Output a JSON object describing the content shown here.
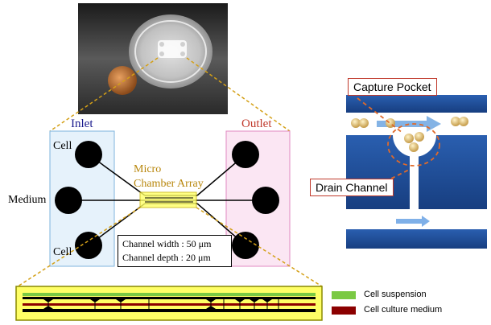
{
  "labels": {
    "inlet": "Inlet",
    "outlet": "Outlet",
    "cell_top": "Cell",
    "medium": "Medium",
    "cell_bottom": "Cell",
    "micro_chamber_line1": "Micro",
    "micro_chamber_line2": "Chamber Array",
    "channel_width": "Channel width : 50 μm",
    "channel_depth": "Channel depth : 20 μm",
    "capture_pocket": "Capture Pocket",
    "drain_channel": "Drain Channel"
  },
  "legend": [
    {
      "label": "Cell suspension",
      "color": "#7ac943"
    },
    {
      "label": "Cell culture medium",
      "color": "#8b0000"
    }
  ],
  "colors": {
    "inlet_title": "#1a1a8c",
    "outlet_title": "#c0392b",
    "chamber_label": "#b8860b",
    "inlet_box": "#e6f2fb",
    "outlet_box": "#fbe6f3",
    "highlight": "#ffff66",
    "channel_blue": "#1f4f9c",
    "guide_dash": "#d4a017"
  }
}
